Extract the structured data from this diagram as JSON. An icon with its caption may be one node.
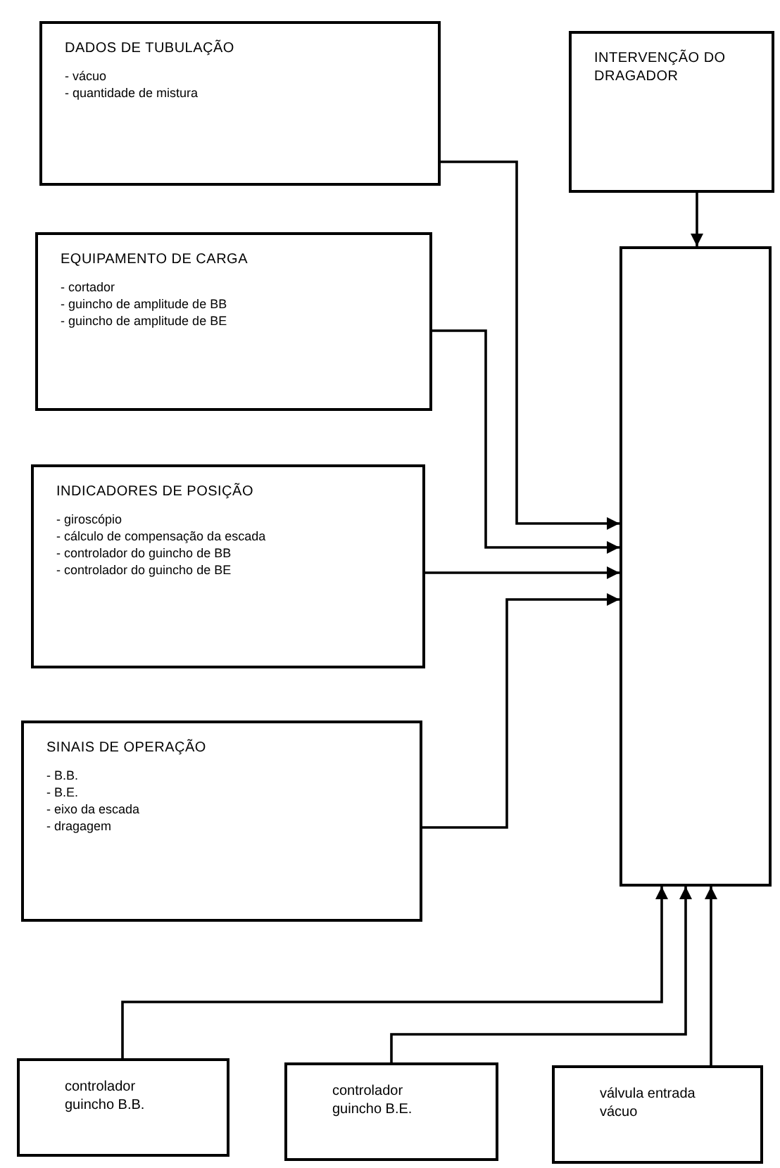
{
  "diagram": {
    "nodes": [
      {
        "text": [
          "DADOS DE TUBULAÇÃO",
          "- vácuo",
          "- quantidade de mistura"
        ]
      },
      {
        "text": [
          "EQUIPAMENTO DE CARGA",
          "- cortador",
          "- guincho de amplitude de BB",
          "- guincho de amplitude de BE"
        ]
      },
      {
        "text": [
          "INDICADORES DE POSIÇÃO",
          "- giroscópio",
          "- cálculo de compensação da escada",
          "- controlador do guincho de BB",
          "- controlador do guincho de BE"
        ]
      },
      {
        "text": [
          "SINAIS DE OPERAÇÃO",
          "- B.B.",
          "- B.E.",
          "- eixo da escada",
          "- dragagem"
        ]
      },
      {
        "text": [
          "INTERVENÇÃO DO DRAGADOR"
        ]
      },
      {
        "text": [],
        "shape": "box"
      },
      {
        "text": [
          "controlador guincho B.B."
        ]
      },
      {
        "text": [
          "controlador guincho B.E."
        ]
      },
      {
        "text": [
          "válvula entrada vácuo"
        ]
      }
    ],
    "edges": [
      {
        "from": 0,
        "to": 5,
        "arrow": "to"
      },
      {
        "from": 1,
        "to": 5,
        "arrow": "to"
      },
      {
        "from": 2,
        "to": 5,
        "arrow": "to"
      },
      {
        "from": 3,
        "to": 5,
        "arrow": "to"
      },
      {
        "from": 4,
        "to": 5,
        "arrow": "to"
      },
      {
        "from": 6,
        "to": 5,
        "arrow": "to"
      },
      {
        "from": 7,
        "to": 5,
        "arrow": "to"
      },
      {
        "from": 8,
        "to": 5,
        "arrow": "to"
      }
    ]
  }
}
